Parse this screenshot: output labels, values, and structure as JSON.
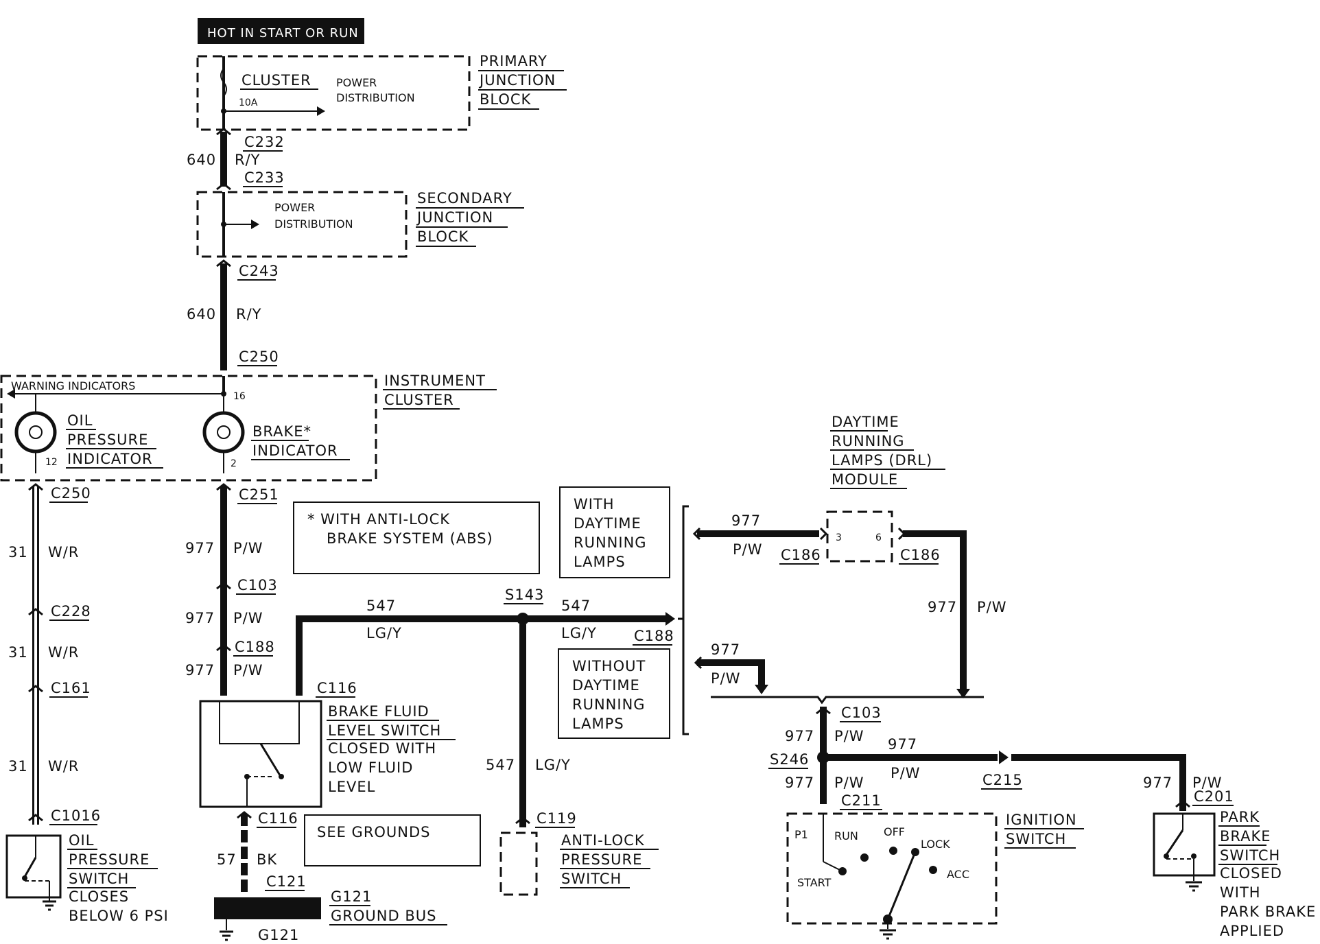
{
  "header": {
    "hot_label": "HOT IN START OR RUN"
  },
  "primary_block": {
    "title": [
      "PRIMARY",
      "JUNCTION",
      "BLOCK"
    ],
    "fuse_name": "CLUSTER",
    "fuse_rating": "10A",
    "power_dist": [
      "POWER",
      "DISTRIBUTION"
    ]
  },
  "secondary_block": {
    "title": [
      "SECONDARY",
      "JUNCTION",
      "BLOCK"
    ],
    "power_dist": [
      "POWER",
      "DISTRIBUTION"
    ]
  },
  "connectors": {
    "c232": "C232",
    "c233": "C233",
    "c243": "C243",
    "c250_top": "C250",
    "c250_left": "C250",
    "c251": "C251",
    "c228": "C228",
    "c161": "C161",
    "c1016": "C1016",
    "c103_left": "C103",
    "c188_left": "C188",
    "c116_top": "C116",
    "c116_bottom": "C116",
    "c121": "C121",
    "s143": "S143",
    "c188_right": "C188",
    "c119": "C119",
    "c186_left": "C186",
    "c186_right": "C186",
    "c103_right": "C103",
    "s246": "S246",
    "c211": "C211",
    "c215": "C215",
    "c201": "C201"
  },
  "wires": {
    "w640a": {
      "num": "640",
      "color": "R/Y"
    },
    "w640b": {
      "num": "640",
      "color": "R/Y"
    },
    "w31a": {
      "num": "31",
      "color": "W/R"
    },
    "w31b": {
      "num": "31",
      "color": "W/R"
    },
    "w31c": {
      "num": "31",
      "color": "W/R"
    },
    "w977a": {
      "num": "977",
      "color": "P/W"
    },
    "w977b": {
      "num": "977",
      "color": "P/W"
    },
    "w977c": {
      "num": "977",
      "color": "P/W"
    },
    "w547a": {
      "num": "547",
      "color": "LG/Y"
    },
    "w547b": {
      "num": "547",
      "color": "LG/Y"
    },
    "w547c": {
      "num": "547",
      "color": "LG/Y"
    },
    "w57": {
      "num": "57",
      "color": "BK"
    },
    "w977d": {
      "num": "977",
      "color": "P/W"
    },
    "w977e": {
      "num": "977",
      "color": "P/W"
    },
    "w977f": {
      "num": "977",
      "color": "P/W"
    },
    "w977g": {
      "num": "977",
      "color": "P/W"
    },
    "w977h": {
      "num": "977",
      "color": "P/W"
    },
    "w977i": {
      "num": "977",
      "color": "P/W"
    },
    "w977j": {
      "num": "977",
      "color": "P/W"
    }
  },
  "cluster": {
    "title": [
      "INSTRUMENT",
      "CLUSTER"
    ],
    "warning": "WARNING  INDICATORS",
    "pin16": "16",
    "pin12": "12",
    "pin2": "2",
    "oil_label": [
      "OIL",
      "PRESSURE",
      "INDICATOR"
    ],
    "brake_label": [
      "BRAKE*",
      "INDICATOR"
    ]
  },
  "notes": {
    "abs": [
      "*  WITH ANTI-LOCK",
      "BRAKE SYSTEM (ABS)"
    ],
    "with_drl": [
      "WITH",
      "DAYTIME",
      "RUNNING",
      "LAMPS"
    ],
    "without_drl": [
      "WITHOUT",
      "DAYTIME",
      "RUNNING",
      "LAMPS"
    ],
    "grounds": "SEE GROUNDS"
  },
  "drl_module": {
    "title": [
      "DAYTIME",
      "RUNNING",
      "LAMPS (DRL)",
      "MODULE"
    ],
    "pin3": "3",
    "pin6": "6"
  },
  "components": {
    "oil_switch": [
      "OIL",
      "PRESSURE",
      "SWITCH",
      "CLOSES",
      "BELOW 6 PSI"
    ],
    "brake_fluid": [
      "BRAKE FLUID",
      "LEVEL SWITCH",
      "CLOSED WITH",
      "LOW FLUID",
      "LEVEL"
    ],
    "ground_bus": [
      "G121",
      "GROUND BUS"
    ],
    "g121": "G121",
    "abs_switch": [
      "ANTI-LOCK",
      "PRESSURE",
      "SWITCH"
    ],
    "ignition": {
      "title": [
        "IGNITION",
        "SWITCH"
      ],
      "p1": "P1",
      "run": "RUN",
      "off": "OFF",
      "lock": "LOCK",
      "acc": "ACC",
      "start": "START"
    },
    "park_brake": [
      "PARK",
      "BRAKE",
      "SWITCH",
      "CLOSED",
      "WITH",
      "PARK BRAKE",
      "APPLIED"
    ]
  }
}
